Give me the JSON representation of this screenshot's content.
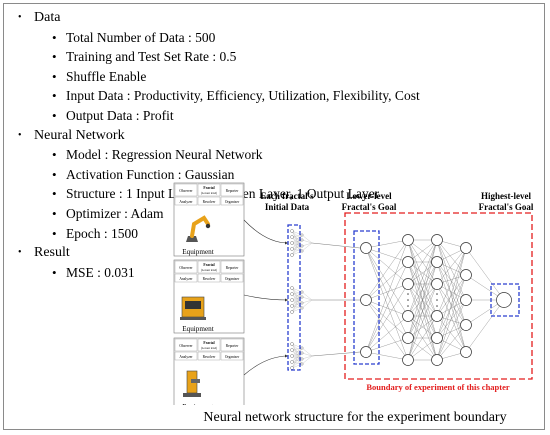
{
  "sections": [
    {
      "title": "Data",
      "items": [
        "Total Number of Data : 500",
        "Training and Test Set Rate : 0.5",
        "Shuffle Enable",
        "Input Data : Productivity, Efficiency, Utilization, Flexibility, Cost",
        "Output Data : Profit"
      ]
    },
    {
      "title": "Neural Network",
      "items": [
        "Model : Regression Neural Network",
        "Activation Function : Gaussian",
        "Structure : 1 Input Layer, 4 Hidden Layer, 1 Output Layer",
        "Optimizer : Adam",
        "Epoch : 1500"
      ]
    },
    {
      "title": "Result",
      "items": [
        "MSE : 0.031"
      ]
    }
  ],
  "figure": {
    "fractal": {
      "observer": "Observer",
      "title": "Fractal",
      "subtitle": "(Lowest level)",
      "reporter": "Reporter",
      "analyzer": "Analyzer",
      "resolver": "Resolver",
      "organizer": "Organizer",
      "equipment": "Equipment"
    },
    "label_initial": [
      "Each fractal's",
      "Initial Data"
    ],
    "label_lower": [
      "Lower-level",
      "Fractal's Goal"
    ],
    "label_highest": [
      "Highest-level",
      "Fractal's Goal"
    ],
    "boundary_label": "Boundary of experiment of this chapter",
    "colors": {
      "boundary": "#e31d1d",
      "goal_box": "#2a3fcf",
      "robot": "#e8a21a"
    }
  },
  "caption": "Neural network structure for the experiment boundary"
}
